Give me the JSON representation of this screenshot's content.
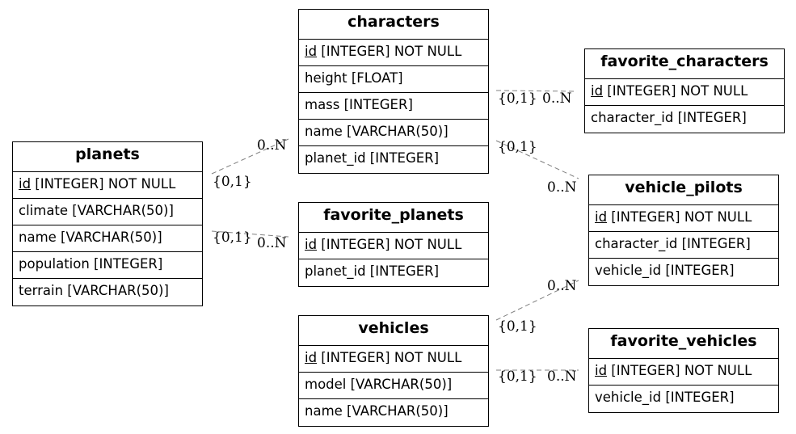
{
  "tables": {
    "planets": {
      "name": "planets",
      "columns": [
        {
          "pk": "id",
          "rest": " [INTEGER] NOT NULL"
        },
        {
          "pk": "",
          "rest": "climate [VARCHAR(50)]"
        },
        {
          "pk": "",
          "rest": "name [VARCHAR(50)]"
        },
        {
          "pk": "",
          "rest": "population [INTEGER]"
        },
        {
          "pk": "",
          "rest": "terrain [VARCHAR(50)]"
        }
      ]
    },
    "characters": {
      "name": "characters",
      "columns": [
        {
          "pk": "id",
          "rest": " [INTEGER] NOT NULL"
        },
        {
          "pk": "",
          "rest": "height [FLOAT]"
        },
        {
          "pk": "",
          "rest": "mass [INTEGER]"
        },
        {
          "pk": "",
          "rest": "name [VARCHAR(50)]"
        },
        {
          "pk": "",
          "rest": "planet_id [INTEGER]"
        }
      ]
    },
    "favorite_planets": {
      "name": "favorite_planets",
      "columns": [
        {
          "pk": "id",
          "rest": " [INTEGER] NOT NULL"
        },
        {
          "pk": "",
          "rest": "planet_id [INTEGER]"
        }
      ]
    },
    "vehicles": {
      "name": "vehicles",
      "columns": [
        {
          "pk": "id",
          "rest": " [INTEGER] NOT NULL"
        },
        {
          "pk": "",
          "rest": "model [VARCHAR(50)]"
        },
        {
          "pk": "",
          "rest": "name [VARCHAR(50)]"
        }
      ]
    },
    "favorite_characters": {
      "name": "favorite_characters",
      "columns": [
        {
          "pk": "id",
          "rest": " [INTEGER] NOT NULL"
        },
        {
          "pk": "",
          "rest": "character_id [INTEGER]"
        }
      ]
    },
    "vehicle_pilots": {
      "name": "vehicle_pilots",
      "columns": [
        {
          "pk": "id",
          "rest": " [INTEGER] NOT NULL"
        },
        {
          "pk": "",
          "rest": "character_id [INTEGER]"
        },
        {
          "pk": "",
          "rest": "vehicle_id [INTEGER]"
        }
      ]
    },
    "favorite_vehicles": {
      "name": "favorite_vehicles",
      "columns": [
        {
          "pk": "id",
          "rest": " [INTEGER] NOT NULL"
        },
        {
          "pk": "",
          "rest": "vehicle_id [INTEGER]"
        }
      ]
    }
  },
  "relationships": [
    {
      "from": "planets",
      "to": "characters",
      "from_card": "{0,1}",
      "to_card": "0..N"
    },
    {
      "from": "planets",
      "to": "favorite_planets",
      "from_card": "{0,1}",
      "to_card": "0..N"
    },
    {
      "from": "characters",
      "to": "favorite_characters",
      "from_card": "{0,1}",
      "to_card": "0..N"
    },
    {
      "from": "characters",
      "to": "vehicle_pilots",
      "from_card": "{0,1}",
      "to_card": "0..N"
    },
    {
      "from": "vehicles",
      "to": "vehicle_pilots",
      "from_card": "{0,1}",
      "to_card": "0..N"
    },
    {
      "from": "vehicles",
      "to": "favorite_vehicles",
      "from_card": "{0,1}",
      "to_card": "0..N"
    }
  ],
  "colors": {
    "border": "#000000",
    "connector": "#808080",
    "background": "#ffffff"
  }
}
